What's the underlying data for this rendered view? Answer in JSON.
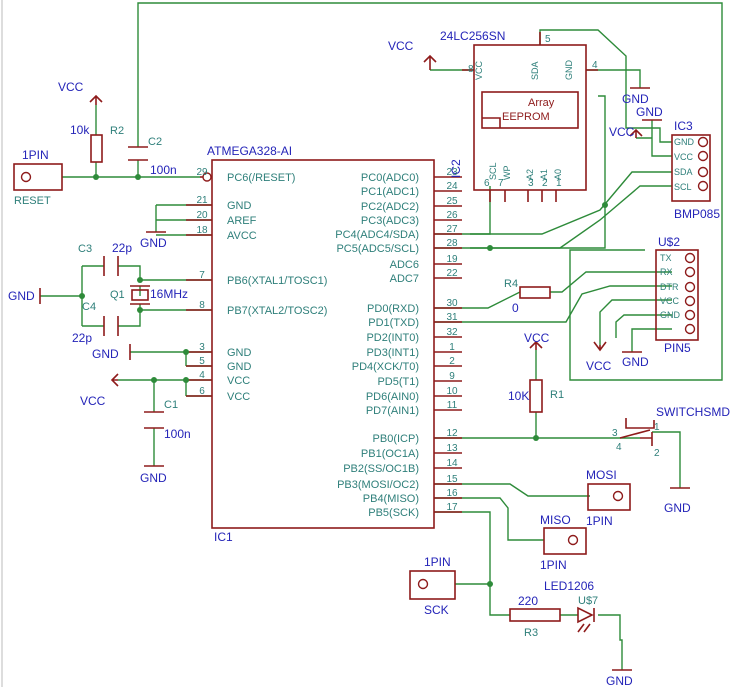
{
  "power": {
    "vcc": "VCC",
    "gnd": "GND"
  },
  "ic1": {
    "part": "ATMEGA328-AI",
    "name": "IC1",
    "left_pins": [
      {
        "num": "29",
        "label": "PC6(/RESET)"
      },
      {
        "num": "21",
        "label": "GND"
      },
      {
        "num": "20",
        "label": "AREF"
      },
      {
        "num": "18",
        "label": "AVCC"
      },
      {
        "num": "7",
        "label": "PB6(XTAL1/TOSC1)"
      },
      {
        "num": "8",
        "label": "PB7(XTAL2/TOSC2)"
      },
      {
        "num": "3",
        "label": "GND"
      },
      {
        "num": "5",
        "label": "GND"
      },
      {
        "num": "4",
        "label": "VCC"
      },
      {
        "num": "6",
        "label": "VCC"
      }
    ],
    "right_pins": [
      {
        "num": "23",
        "label": "PC0(ADC0)"
      },
      {
        "num": "24",
        "label": "PC1(ADC1)"
      },
      {
        "num": "25",
        "label": "PC2(ADC2)"
      },
      {
        "num": "26",
        "label": "PC3(ADC3)"
      },
      {
        "num": "27",
        "label": "PC4(ADC4/SDA)"
      },
      {
        "num": "28",
        "label": "PC5(ADC5/SCL)"
      },
      {
        "num": "19",
        "label": "ADC6"
      },
      {
        "num": "22",
        "label": "ADC7"
      },
      {
        "num": "30",
        "label": "PD0(RXD)"
      },
      {
        "num": "31",
        "label": "PD1(TXD)"
      },
      {
        "num": "32",
        "label": "PD2(INT0)"
      },
      {
        "num": "1",
        "label": "PD3(INT1)"
      },
      {
        "num": "2",
        "label": "PD4(XCK/T0)"
      },
      {
        "num": "9",
        "label": "PD5(T1)"
      },
      {
        "num": "10",
        "label": "PD6(AIN0)"
      },
      {
        "num": "11",
        "label": "PD7(AIN1)"
      },
      {
        "num": "12",
        "label": "PB0(ICP)"
      },
      {
        "num": "13",
        "label": "PB1(OC1A)"
      },
      {
        "num": "14",
        "label": "PB2(SS/OC1B)"
      },
      {
        "num": "15",
        "label": "PB3(MOSI/OC2)"
      },
      {
        "num": "16",
        "label": "PB4(MISO)"
      },
      {
        "num": "17",
        "label": "PB5(SCK)"
      }
    ]
  },
  "ic2": {
    "part": "24LC256SN",
    "name": "IC2",
    "array_label": "Array",
    "block_label": "EEPROM",
    "pins": [
      {
        "num": "8",
        "label": "VCC"
      },
      {
        "num": "5",
        "label": "SDA"
      },
      {
        "num": "4",
        "label": "GND"
      },
      {
        "num": "6",
        "label": "SCL"
      },
      {
        "num": "7",
        "label": "WP"
      },
      {
        "num": "3",
        "label": "A2"
      },
      {
        "num": "2",
        "label": "A1"
      },
      {
        "num": "1",
        "label": "A0"
      }
    ]
  },
  "ic3": {
    "name": "IC3",
    "part": "BMP085",
    "pins": [
      "GND",
      "VCC",
      "SDA",
      "SCL"
    ]
  },
  "u2": {
    "name": "U$2",
    "part": "PIN5",
    "pins": [
      "TX",
      "RX",
      "DTR",
      "VCC",
      "GND"
    ]
  },
  "connectors": {
    "reset": {
      "type": "1PIN",
      "name": "RESET"
    },
    "mosi": {
      "type": "1PIN",
      "name": "MOSI"
    },
    "miso": {
      "type": "1PIN",
      "name": "MISO"
    },
    "sck": {
      "type": "1PIN",
      "name": "SCK"
    }
  },
  "components": {
    "r2": {
      "name": "R2",
      "value": "10k"
    },
    "c2": {
      "name": "C2",
      "value": "100n"
    },
    "c3": {
      "name": "C3",
      "value": "22p"
    },
    "c4": {
      "name": "C4",
      "value": "22p"
    },
    "q1": {
      "name": "Q1",
      "value": "16MHz"
    },
    "c1": {
      "name": "C1",
      "value": "100n"
    },
    "r4": {
      "name": "R4",
      "value": "0"
    },
    "r1": {
      "name": "R1",
      "value": "10K"
    },
    "r3": {
      "name": "R3",
      "value": "220"
    },
    "led": {
      "name": "U$7",
      "part": "LED1206"
    },
    "switch": {
      "part": "SWITCHSMD",
      "pins": [
        "3",
        "4",
        "1",
        "2"
      ]
    }
  }
}
